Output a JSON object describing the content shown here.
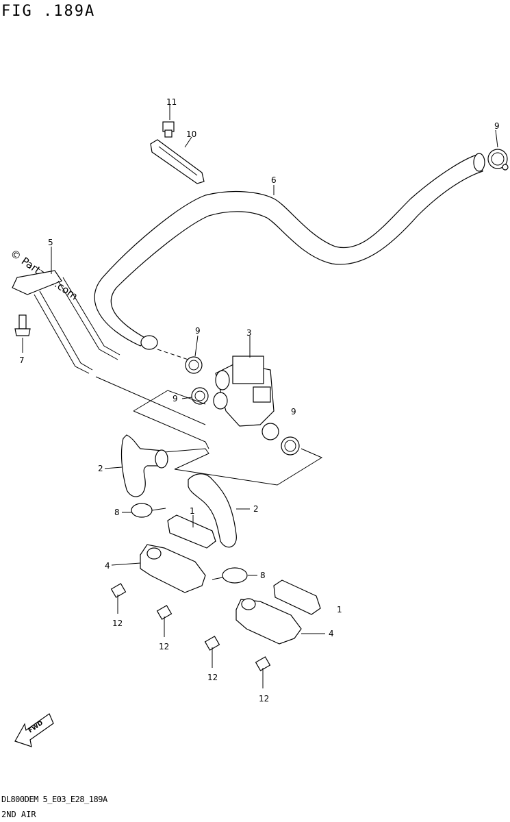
{
  "figure": {
    "title": "FIG .189A",
    "code": "DL800DEM 5_E03_E28_189A",
    "name": "2ND AIR"
  },
  "watermark": "© Partzilla.com",
  "fwd_label": "FWD",
  "callouts": {
    "c11": "11",
    "c10": "10",
    "c9_top": "9",
    "c6": "6",
    "c5": "5",
    "c7": "7",
    "c3": "3",
    "c9_a": "9",
    "c9_b": "9",
    "c9_c": "9",
    "c2_left": "2",
    "c2_right": "2",
    "c8_left": "8",
    "c1_left": "1",
    "c4_left": "4",
    "c8_right": "8",
    "c1_right": "1",
    "c4_right": "4",
    "c12_a": "12",
    "c12_b": "12",
    "c12_c": "12",
    "c12_d": "12"
  }
}
